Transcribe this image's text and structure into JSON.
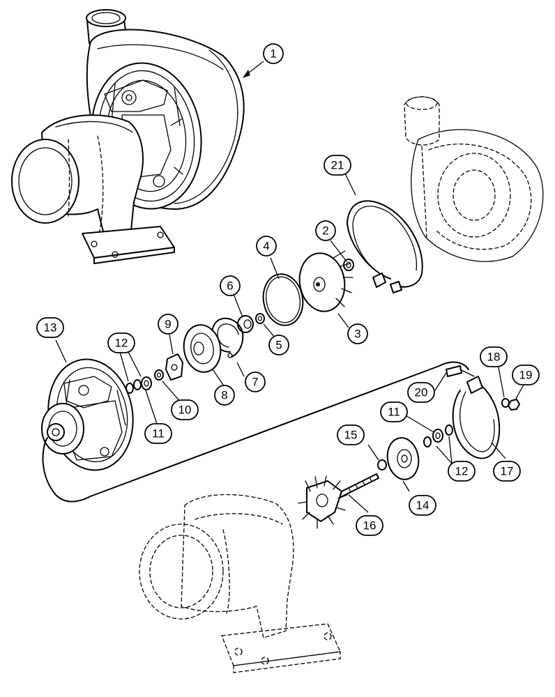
{
  "callouts": [
    {
      "id": "c1",
      "label": "1"
    },
    {
      "id": "c2",
      "label": "2"
    },
    {
      "id": "c3",
      "label": "3"
    },
    {
      "id": "c4",
      "label": "4"
    },
    {
      "id": "c5",
      "label": "5"
    },
    {
      "id": "c6",
      "label": "6"
    },
    {
      "id": "c7",
      "label": "7"
    },
    {
      "id": "c8",
      "label": "8"
    },
    {
      "id": "c9",
      "label": "9"
    },
    {
      "id": "c10",
      "label": "10"
    },
    {
      "id": "c11a",
      "label": "11"
    },
    {
      "id": "c11b",
      "label": "11"
    },
    {
      "id": "c12a",
      "label": "12"
    },
    {
      "id": "c12b",
      "label": "12"
    },
    {
      "id": "c13",
      "label": "13"
    },
    {
      "id": "c14",
      "label": "14"
    },
    {
      "id": "c15",
      "label": "15"
    },
    {
      "id": "c16",
      "label": "16"
    },
    {
      "id": "c17",
      "label": "17"
    },
    {
      "id": "c18",
      "label": "18"
    },
    {
      "id": "c19",
      "label": "19"
    },
    {
      "id": "c20",
      "label": "20"
    },
    {
      "id": "c21",
      "label": "21"
    }
  ]
}
